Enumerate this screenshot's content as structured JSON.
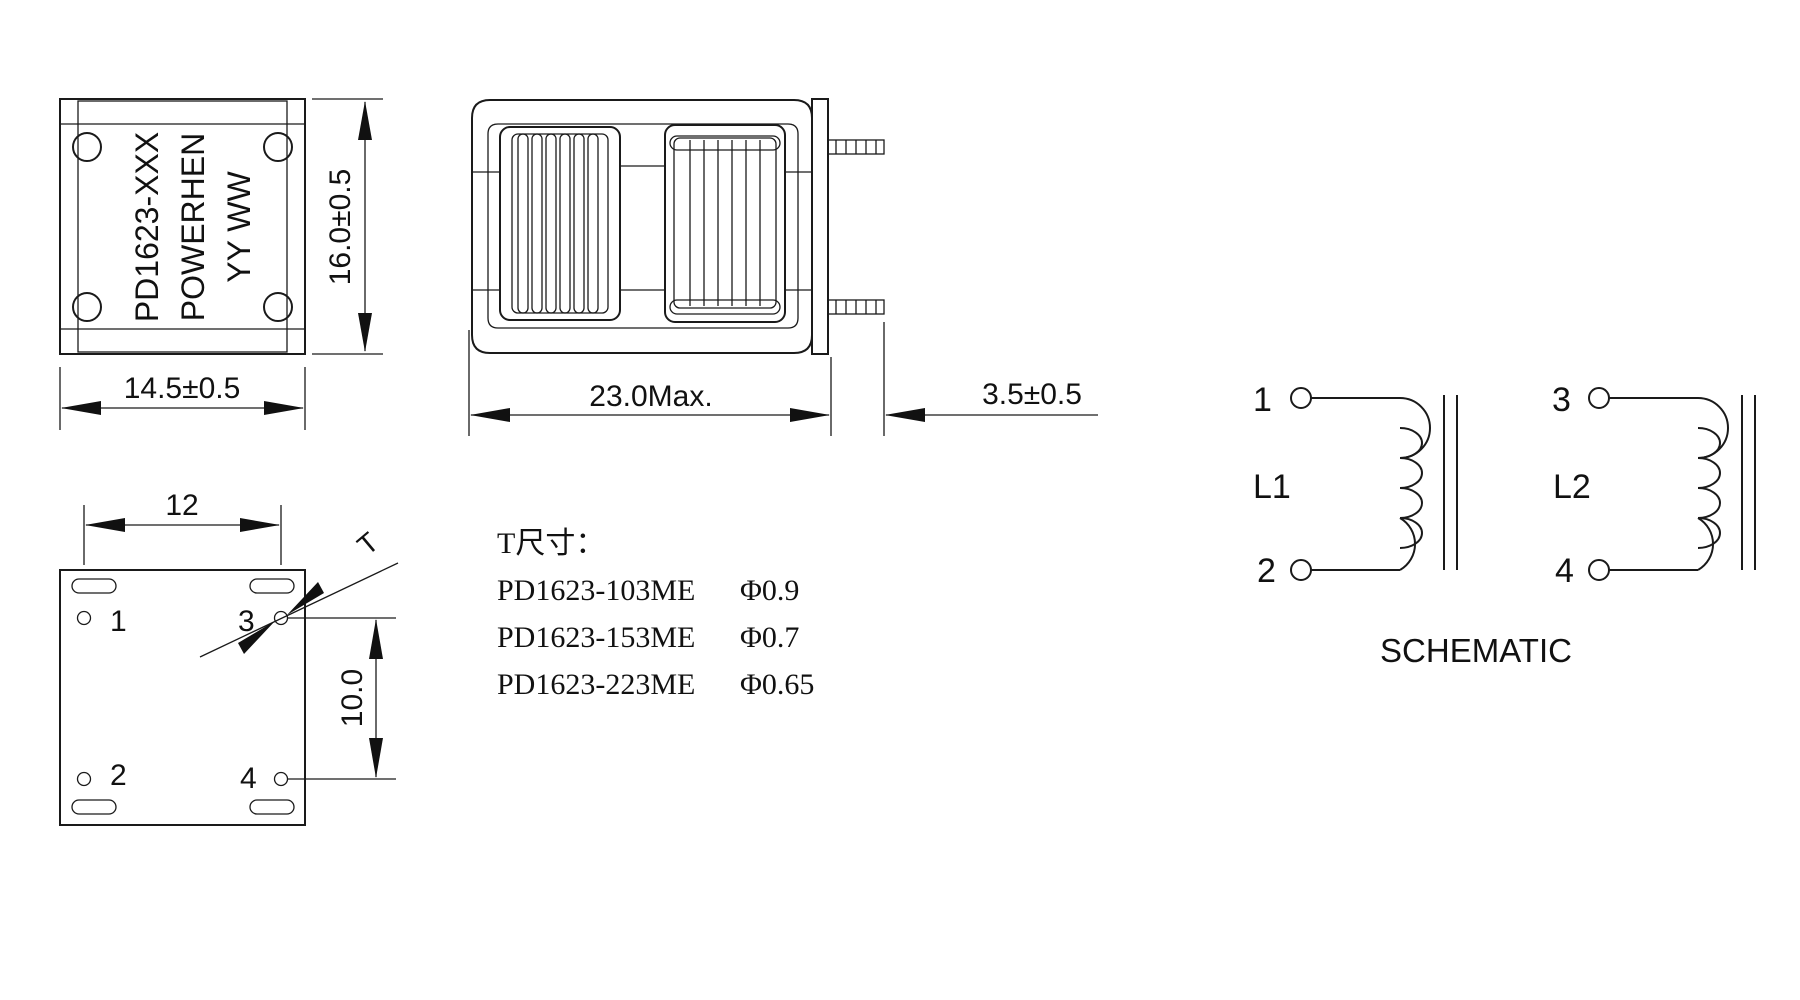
{
  "top_view": {
    "marking_line1": "PD1623-XXX",
    "marking_line2": "POWERHEN",
    "marking_line3": "YY WW",
    "height_dim": "16.0±0.5",
    "width_dim": "14.5±0.5"
  },
  "side_view": {
    "length_dim": "23.0Max.",
    "pin_dim": "3.5±0.5"
  },
  "bottom_view": {
    "pitch_x": "12",
    "pitch_y": "10.0",
    "t_label": "T",
    "pins": [
      "1",
      "2",
      "3",
      "4"
    ]
  },
  "t_table": {
    "title": "T尺寸：",
    "rows": [
      {
        "part": "PD1623-103ME",
        "dia": "Φ0.9"
      },
      {
        "part": "PD1623-153ME",
        "dia": "Φ0.7"
      },
      {
        "part": "PD1623-223ME",
        "dia": "Φ0.65"
      }
    ]
  },
  "schematic": {
    "title": "SCHEMATIC",
    "coil1": {
      "label": "L1",
      "pin_top": "1",
      "pin_bottom": "2"
    },
    "coil2": {
      "label": "L2",
      "pin_top": "3",
      "pin_bottom": "4"
    }
  }
}
